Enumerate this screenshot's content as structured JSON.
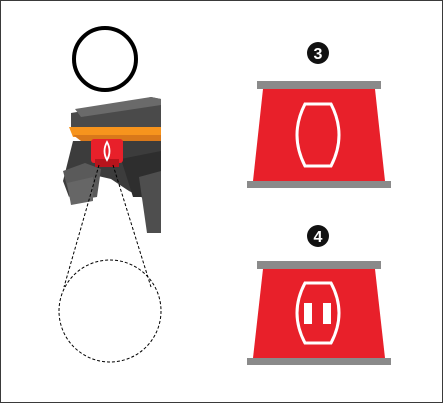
{
  "steps": [
    {
      "number": "3",
      "symbol": "lens-outline"
    },
    {
      "number": "4",
      "symbol": "double-bar-in-lens"
    }
  ],
  "colors": {
    "frame": "#3a3a3a",
    "indicator_red": "#e8202a",
    "plate_gray": "#8a8a8a",
    "symbol_white": "#ffffff",
    "badge_black": "#111111",
    "device_dark": "#3c3c3c",
    "device_orange": "#f7941d"
  },
  "icons": [
    "circle-outline-icon",
    "zoom-lens-icon",
    "lens-outline-icon",
    "double-bar-lens-icon"
  ]
}
